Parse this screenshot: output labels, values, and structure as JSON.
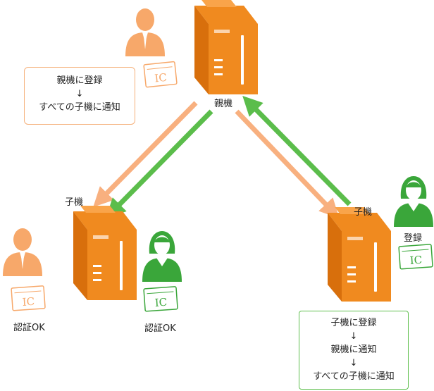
{
  "colors": {
    "printer_orange": "#f08a1f",
    "printer_dark": "#d86f0c",
    "person_orange": "#f7a86a",
    "person_green": "#3aa63a",
    "arrow_orange": "#f8b07f",
    "arrow_green": "#5bbd4b",
    "box_orange_border": "#f5b07a",
    "box_green_border": "#5fbf4e"
  },
  "icons": {
    "printer": "multifunction-printer-icon",
    "user_male": "male-user-icon",
    "user_female": "female-user-icon",
    "card": "ic-card-icon"
  },
  "labels": {
    "parent": "親機",
    "child_left": "子機",
    "child_right": "子機",
    "auth_ok_left": "認証OK",
    "auth_ok_right": "認証OK",
    "register": "登録",
    "ic": "IC"
  },
  "parent_box": {
    "line1": "親機に登録",
    "arrow": "↓",
    "line2": "すべての子機に通知"
  },
  "child_box": {
    "line1": "子機に登録",
    "arrow1": "↓",
    "line2": "親機に通知",
    "arrow2": "↓",
    "line3": "すべての子機に通知"
  }
}
